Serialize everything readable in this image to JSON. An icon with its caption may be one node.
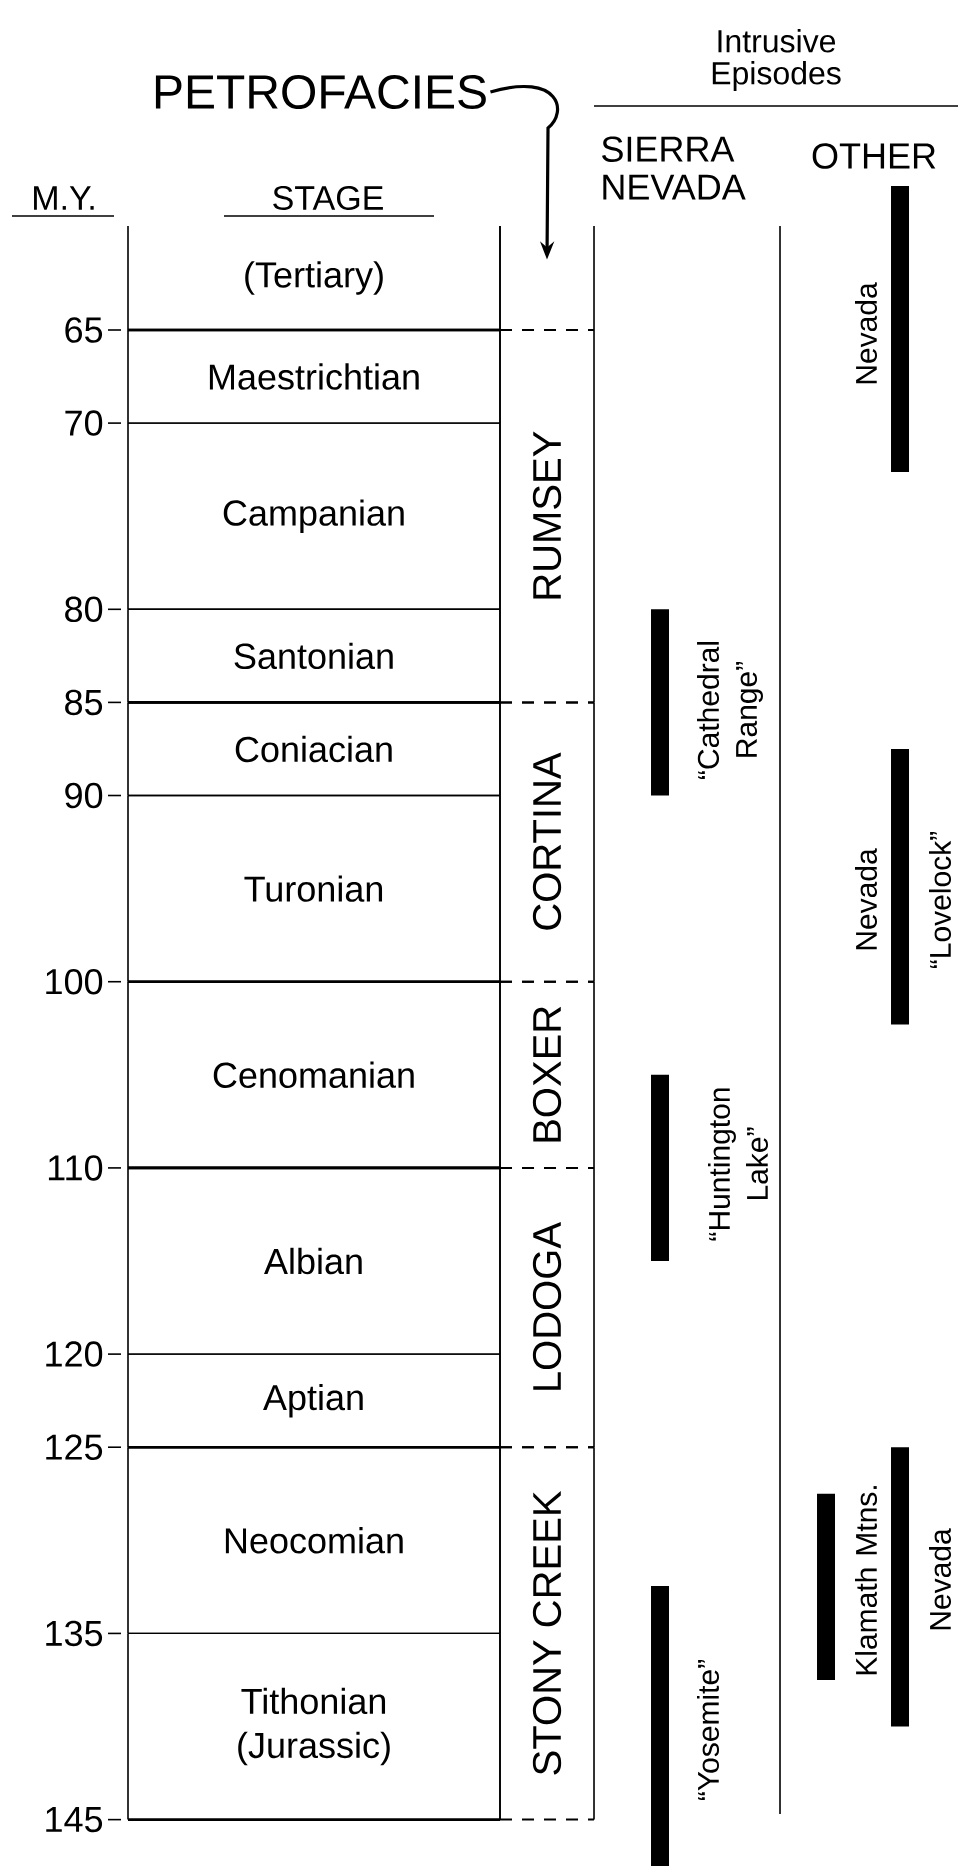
{
  "diagram": {
    "nodes": [
      {
        "text": [
          "PETROFACIES"
        ]
      },
      {
        "text": [
          "(Tertiary)"
        ]
      },
      {
        "text": [
          "Maestrichtian"
        ]
      },
      {
        "text": [
          "Campanian"
        ]
      },
      {
        "text": [
          "Santonian"
        ]
      },
      {
        "text": [
          "Coniacian"
        ]
      },
      {
        "text": [
          "Turonian"
        ]
      },
      {
        "text": [
          "Cenomanian"
        ]
      },
      {
        "text": [
          "Albian"
        ]
      },
      {
        "text": [
          "Aptian"
        ]
      },
      {
        "text": [
          "Neocomian"
        ]
      },
      {
        "text": [
          "Tithonian (Jurassic)"
        ]
      },
      {
        "text": [],
        "shape": "box"
      },
      {
        "text": [
          "RUMSEY"
        ]
      },
      {
        "text": [
          "CORTINA"
        ]
      },
      {
        "text": [
          "BOXER"
        ]
      },
      {
        "text": [
          "LODOGA"
        ]
      },
      {
        "text": [
          "STONY CREEK"
        ]
      },
      {
        "text": [],
        "shape": "bar",
        "beside": [
          "“Cathedral Range”"
        ]
      },
      {
        "text": [],
        "shape": "bar",
        "beside": [
          "“Huntington Lake”"
        ]
      },
      {
        "text": [],
        "shape": "bar",
        "beside": [
          "“Yosemite”"
        ]
      },
      {
        "text": [],
        "shape": "bar",
        "beside": [
          "Nevada"
        ]
      },
      {
        "text": [],
        "shape": "bar",
        "beside": [
          "Nevada",
          "“Lovelock”"
        ]
      },
      {
        "text": [],
        "shape": "bar",
        "beside": [
          "Klamath Mtns."
        ]
      },
      {
        "text": [],
        "shape": "bar",
        "beside": [
          "Nevada"
        ]
      }
    ],
    "edges": [
      {
        "from": 0,
        "to": 12,
        "arrow": "to"
      }
    ],
    "labels": [
      "Intrusive Episodes",
      "SIERRA NEVADA",
      "OTHER",
      "M.Y.",
      "STAGE",
      "65",
      "70",
      "80",
      "85",
      "90",
      "100",
      "110",
      "120",
      "125",
      "135",
      "145"
    ]
  }
}
